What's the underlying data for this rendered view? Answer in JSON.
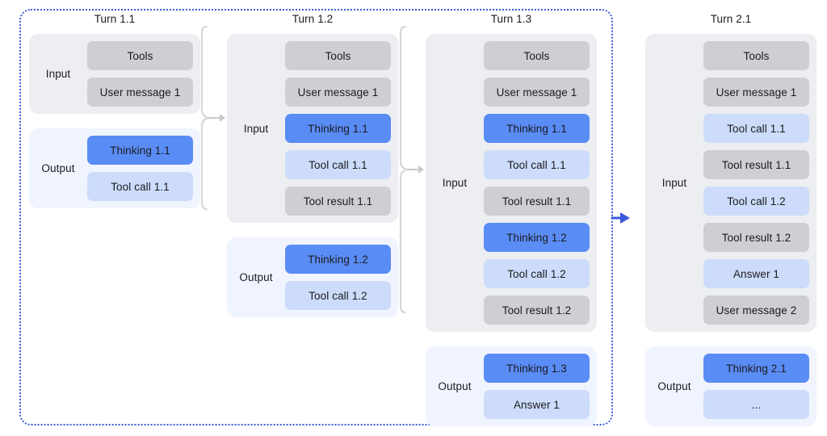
{
  "diagram": {
    "title_prefix": "Turn",
    "group_label": "turn-1-group",
    "colors": {
      "group_border": "#3b5bdb",
      "arrow_blue": "#3b5bdb",
      "bracket_gray": "#d6d8db",
      "input_bg": "#eceef1",
      "output_bg": "#f0f4fe",
      "item_gray": "#cdcfd2",
      "item_blue": "#5a8cf5",
      "item_light_blue": "#ccdcfa",
      "text": "#1b1b1d",
      "page_bg": "#ffffff"
    },
    "section_labels": {
      "input": "Input",
      "output": "Output"
    },
    "columns": [
      {
        "id": "turn-1-1",
        "title": "Turn 1.1",
        "sections": [
          {
            "label": "Input",
            "kind": "input",
            "items": [
              {
                "text": "Tools",
                "style": "gray"
              },
              {
                "text": "User message 1",
                "style": "gray"
              }
            ]
          },
          {
            "label": "Output",
            "kind": "output",
            "items": [
              {
                "text": "Thinking 1.1",
                "style": "blue"
              },
              {
                "text": "Tool call 1.1",
                "style": "light-blue"
              }
            ]
          }
        ]
      },
      {
        "id": "turn-1-2",
        "title": "Turn 1.2",
        "sections": [
          {
            "label": "Input",
            "kind": "input",
            "items": [
              {
                "text": "Tools",
                "style": "gray"
              },
              {
                "text": "User message 1",
                "style": "gray"
              },
              {
                "text": "Thinking 1.1",
                "style": "blue"
              },
              {
                "text": "Tool call 1.1",
                "style": "light-blue"
              },
              {
                "text": "Tool result 1.1",
                "style": "gray"
              }
            ]
          },
          {
            "label": "Output",
            "kind": "output",
            "items": [
              {
                "text": "Thinking 1.2",
                "style": "blue"
              },
              {
                "text": "Tool call 1.2",
                "style": "light-blue"
              }
            ]
          }
        ]
      },
      {
        "id": "turn-1-3",
        "title": "Turn 1.3",
        "sections": [
          {
            "label": "Input",
            "kind": "input",
            "items": [
              {
                "text": "Tools",
                "style": "gray"
              },
              {
                "text": "User message 1",
                "style": "gray"
              },
              {
                "text": "Thinking 1.1",
                "style": "blue"
              },
              {
                "text": "Tool call 1.1",
                "style": "light-blue"
              },
              {
                "text": "Tool result 1.1",
                "style": "gray"
              },
              {
                "text": "Thinking 1.2",
                "style": "blue"
              },
              {
                "text": "Tool call 1.2",
                "style": "light-blue"
              },
              {
                "text": "Tool result 1.2",
                "style": "gray"
              }
            ]
          },
          {
            "label": "Output",
            "kind": "output",
            "items": [
              {
                "text": "Thinking 1.3",
                "style": "blue"
              },
              {
                "text": "Answer 1",
                "style": "light-blue"
              }
            ]
          }
        ]
      },
      {
        "id": "turn-2-1",
        "title": "Turn 2.1",
        "sections": [
          {
            "label": "Input",
            "kind": "input",
            "items": [
              {
                "text": "Tools",
                "style": "gray"
              },
              {
                "text": "User message 1",
                "style": "gray"
              },
              {
                "text": "Tool call 1.1",
                "style": "light-blue"
              },
              {
                "text": "Tool result 1.1",
                "style": "gray"
              },
              {
                "text": "Tool call 1.2",
                "style": "light-blue"
              },
              {
                "text": "Tool result 1.2",
                "style": "gray"
              },
              {
                "text": "Answer 1",
                "style": "light-blue"
              },
              {
                "text": "User message 2",
                "style": "gray"
              }
            ]
          },
          {
            "label": "Output",
            "kind": "output",
            "items": [
              {
                "text": "Thinking 2.1",
                "style": "blue"
              },
              {
                "text": "...",
                "style": "light-blue"
              }
            ]
          }
        ]
      }
    ],
    "connectors": [
      {
        "id": "bracket-1-1-to-1-2",
        "type": "bracket-arrow"
      },
      {
        "id": "bracket-1-2-to-1-3",
        "type": "bracket-arrow"
      },
      {
        "id": "arrow-turn1-to-turn2",
        "type": "arrow"
      }
    ]
  }
}
